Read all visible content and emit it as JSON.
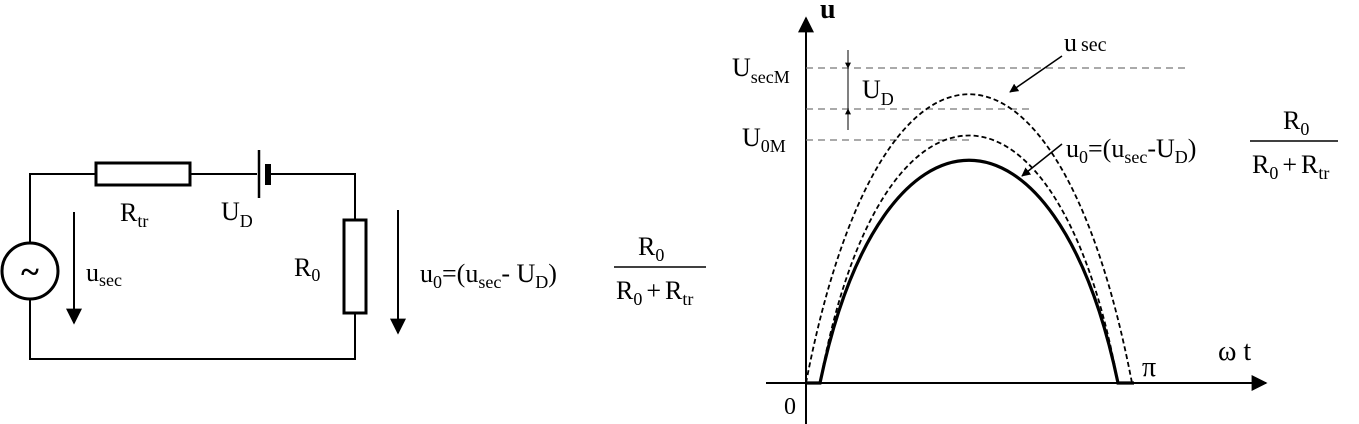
{
  "circuit": {
    "resistor_tr": {
      "main": "R",
      "sub": "tr"
    },
    "battery": {
      "main": "U",
      "sub": "D"
    },
    "source_symbol": "~",
    "u_sec": {
      "main": "u",
      "sub": "sec"
    },
    "resistor_0": {
      "main": "R",
      "sub": "0"
    },
    "formula": {
      "lhs_main": "u",
      "lhs_sub": "0",
      "eq": "=(",
      "t1_main": "u",
      "t1_sub": "sec",
      "minus": "- ",
      "t2_main": "U",
      "t2_sub": "D",
      "close": ")",
      "num_main": "R",
      "num_sub": "0",
      "den1_main": "R",
      "den1_sub": "0",
      "plus": "+",
      "den2_main": "R",
      "den2_sub": "tr"
    }
  },
  "graph": {
    "y_axis_label": "u",
    "x_axis_label": "ω t",
    "origin_label": "0",
    "pi_label": "π",
    "usecm_label": {
      "main": "U",
      "sub": "secM"
    },
    "u0m_label": {
      "main": "U",
      "sub": "0M"
    },
    "ud_label": {
      "main": "U",
      "sub": "D"
    },
    "usec_curve_label": {
      "main": "u",
      "sub": "sec"
    },
    "formula": {
      "lhs_main": "u",
      "lhs_sub": "0",
      "eq": "=(",
      "t1_main": "u",
      "t1_sub": "sec",
      "minus": "-",
      "t2_main": "U",
      "t2_sub": "D",
      "close": ")",
      "num_main": "R",
      "num_sub": "0",
      "den1_main": "R",
      "den1_sub": "0",
      "plus": "+",
      "den2_main": "R",
      "den2_sub": "tr"
    }
  }
}
